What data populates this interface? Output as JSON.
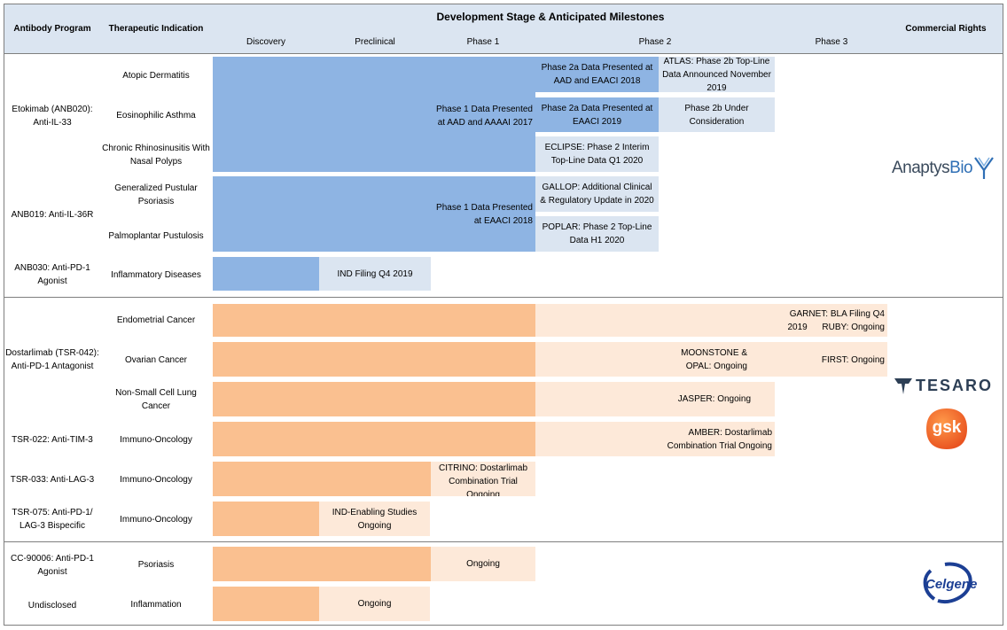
{
  "header": {
    "antibody_program": "Antibody Program",
    "therapeutic_indication": "Therapeutic Indication",
    "development_stage": "Development Stage & Anticipated Milestones",
    "commercial_rights": "Commercial Rights",
    "stages": [
      "Discovery",
      "Preclinical",
      "Phase 1",
      "Phase 2",
      "Phase 3"
    ]
  },
  "programs": [
    {
      "name": "Etokimab (ANB020): Anti-IL-33"
    },
    {
      "name": "ANB019: Anti-IL-36R"
    },
    {
      "name": "ANB030: Anti-PD-1 Agonist"
    },
    {
      "name": "Dostarlimab (TSR-042):  Anti-PD-1 Antagonist"
    },
    {
      "name": "TSR-022: Anti-TIM-3"
    },
    {
      "name": "TSR-033: Anti-LAG-3"
    },
    {
      "name": "TSR-075: Anti-PD-1/ LAG-3 Bispecific"
    },
    {
      "name": "CC-90006: Anti-PD-1 Agonist"
    },
    {
      "name": "Undisclosed"
    }
  ],
  "indications": [
    "Atopic Dermatitis",
    "Eosinophilic Asthma",
    "Chronic Rhinosinusitis With Nasal Polyps",
    "Generalized Pustular Psoriasis",
    "Palmoplantar Pustulosis",
    "Inflammatory Diseases",
    "Endometrial Cancer",
    "Ovarian Cancer",
    "Non-Small Cell Lung Cancer",
    "Immuno-Oncology",
    "Immuno-Oncology",
    "Immuno-Oncology",
    "Psoriasis",
    "Inflammation"
  ],
  "milestones": {
    "etok_p1": "Phase 1 Data Presented at AAD and AAAAI 2017",
    "ad_p2a": "Phase 2a Data Presented at AAD and EAACI 2018",
    "ad_atlas": "ATLAS: Phase 2b Top-Line Data Announced November 2019",
    "ea_p2a": "Phase 2a Data Presented at EAACI 2019",
    "ea_p2b": "Phase 2b Under Consideration",
    "crs_eclipse": "ECLIPSE: Phase 2 Interim Top-Line Data Q1 2020",
    "anb019_p1": "Phase 1 Data Presented at EAACI 2018",
    "gpp_gallop": "GALLOP: Additional Clinical & Regulatory Update in 2020",
    "ppp_poplar": "POPLAR: Phase 2 Top-Line Data H1 2020",
    "anb030_ind": "IND Filing Q4 2019",
    "endo_garnet_1": "GARNET: BLA Filing Q4",
    "endo_garnet_2": "2019      RUBY: Ongoing",
    "ov_moonstone": "MOONSTONE & OPAL: Ongoing",
    "ov_first": "FIRST: Ongoing",
    "nsclc_jasper": "JASPER: Ongoing",
    "tsr022_amber": "AMBER: Dostarlimab Combination Trial Ongoing",
    "tsr033_citrino": "CITRINO: Dostarlimab Combination Trial Ongoing",
    "tsr075_ind": "IND-Enabling Studies Ongoing",
    "cc_ongoing": "Ongoing",
    "undisc_ongoing": "Ongoing"
  },
  "partners": {
    "anaptys_1": "Anaptys",
    "anaptys_2": "Bio",
    "tesaro": "TESARO",
    "gsk": "gsk",
    "celgene": "Celgene"
  },
  "colors": {
    "header_bg": "#dbe5f1",
    "anaptys_bar": "#8eb4e3",
    "anaptys_light": "#dbe5f1",
    "partner_bar": "#fac090",
    "partner_light": "#fde9d9",
    "gsk_orange": "#f36633",
    "celgene_navy": "#1c3f94"
  }
}
